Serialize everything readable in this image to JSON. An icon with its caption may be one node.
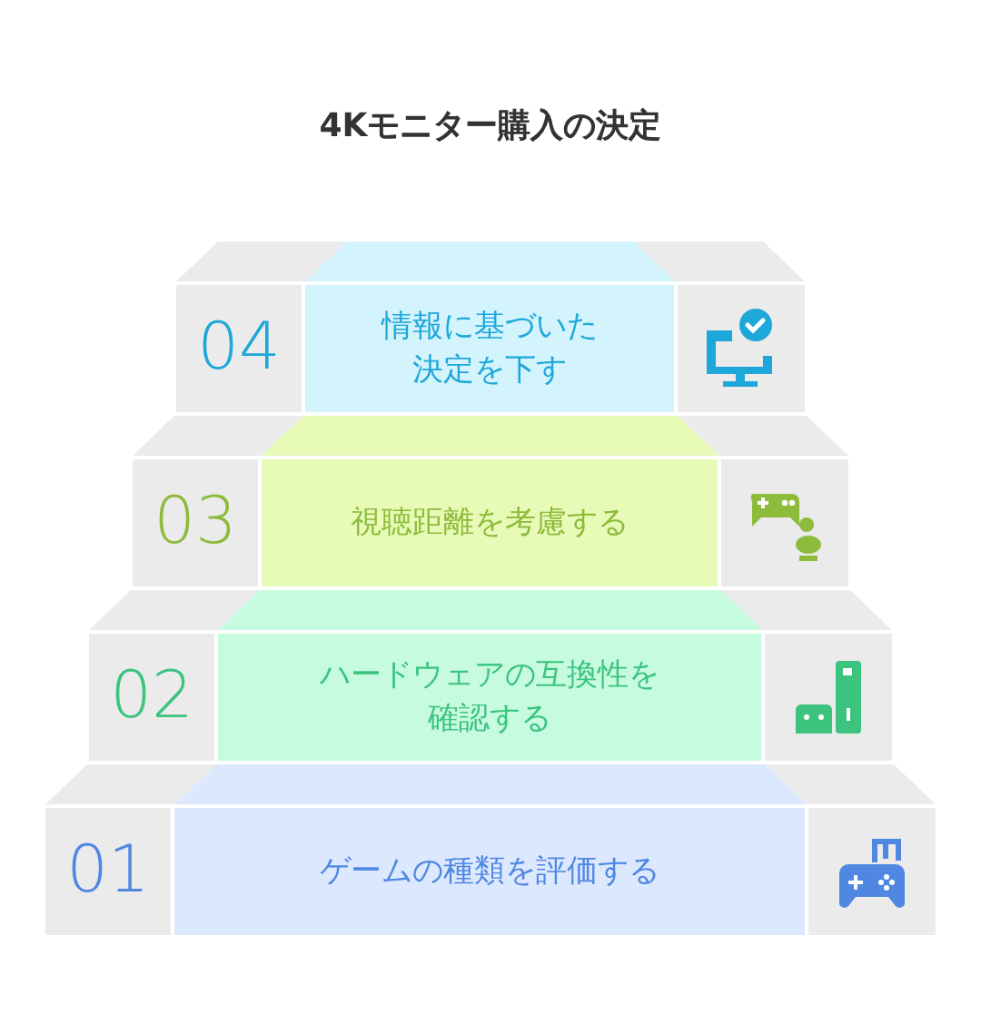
{
  "diagram": {
    "title": "4Kモニター購入の決定",
    "nodes": [
      {
        "text": [
          "04"
        ]
      },
      {
        "text": [
          "情報に基づいた決定を下す"
        ]
      },
      {
        "text": [
          "03"
        ]
      },
      {
        "text": [
          "視聴距離を考慮する"
        ]
      },
      {
        "text": [
          "02"
        ]
      },
      {
        "text": [
          "ハードウェアの互換性を確認する"
        ]
      },
      {
        "text": [
          "01"
        ]
      },
      {
        "text": [
          "ゲームの種類を評価する"
        ]
      }
    ]
  }
}
